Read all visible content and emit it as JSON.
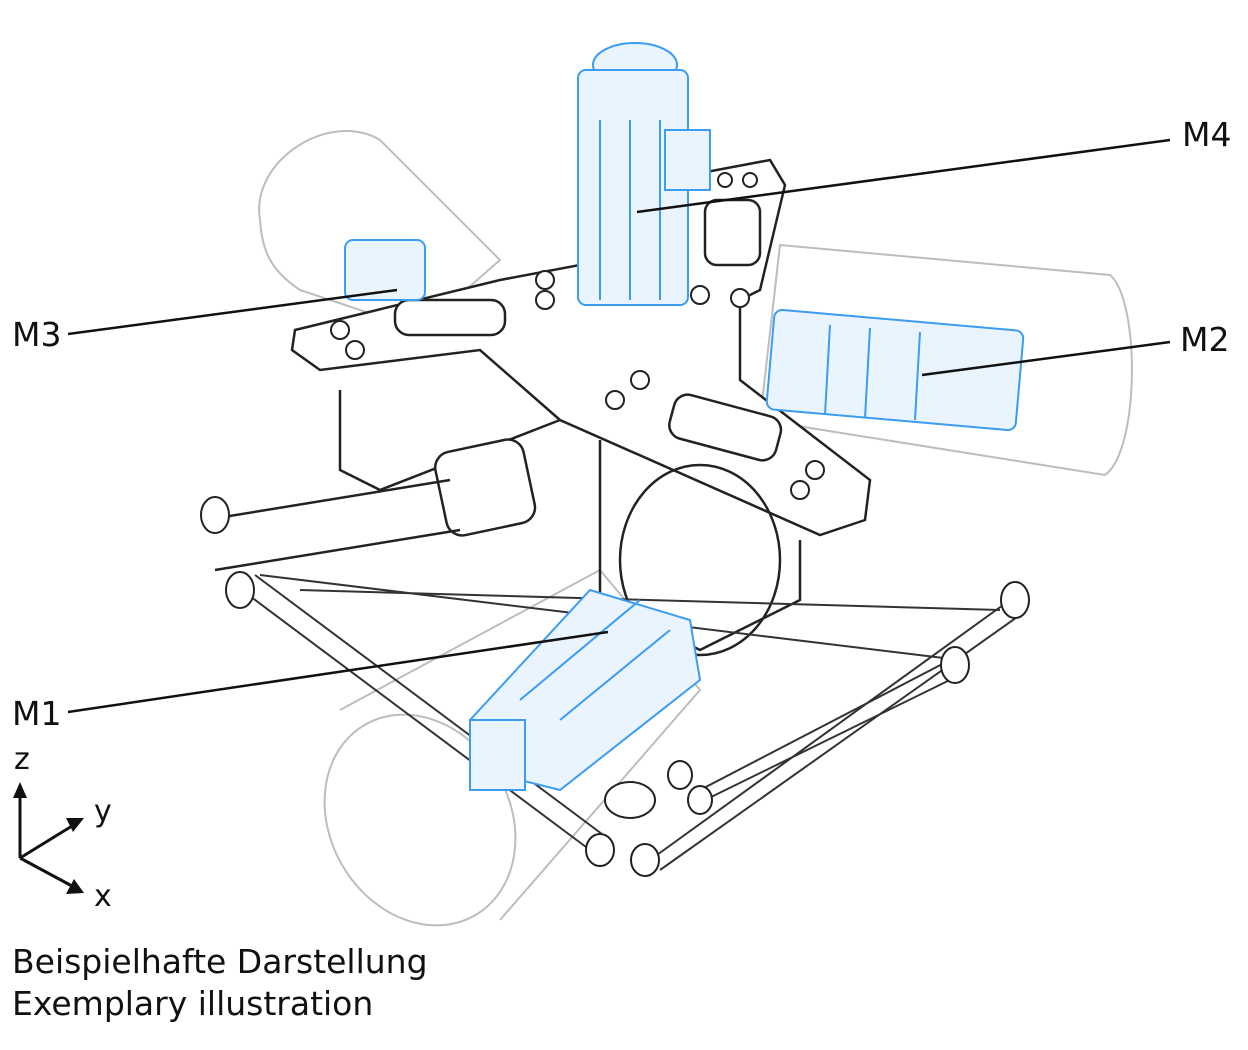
{
  "labels": {
    "m1": "M1",
    "m2": "M2",
    "m3": "M3",
    "m4": "M4"
  },
  "axes": {
    "z": "z",
    "y": "y",
    "x": "x"
  },
  "caption": {
    "line1": "Beispielhafte Darstellung",
    "line2": "Exemplary illustration"
  },
  "colors": {
    "motor": "#3b9cf0",
    "line": "#222222",
    "ghost": "#b5b5b5"
  }
}
